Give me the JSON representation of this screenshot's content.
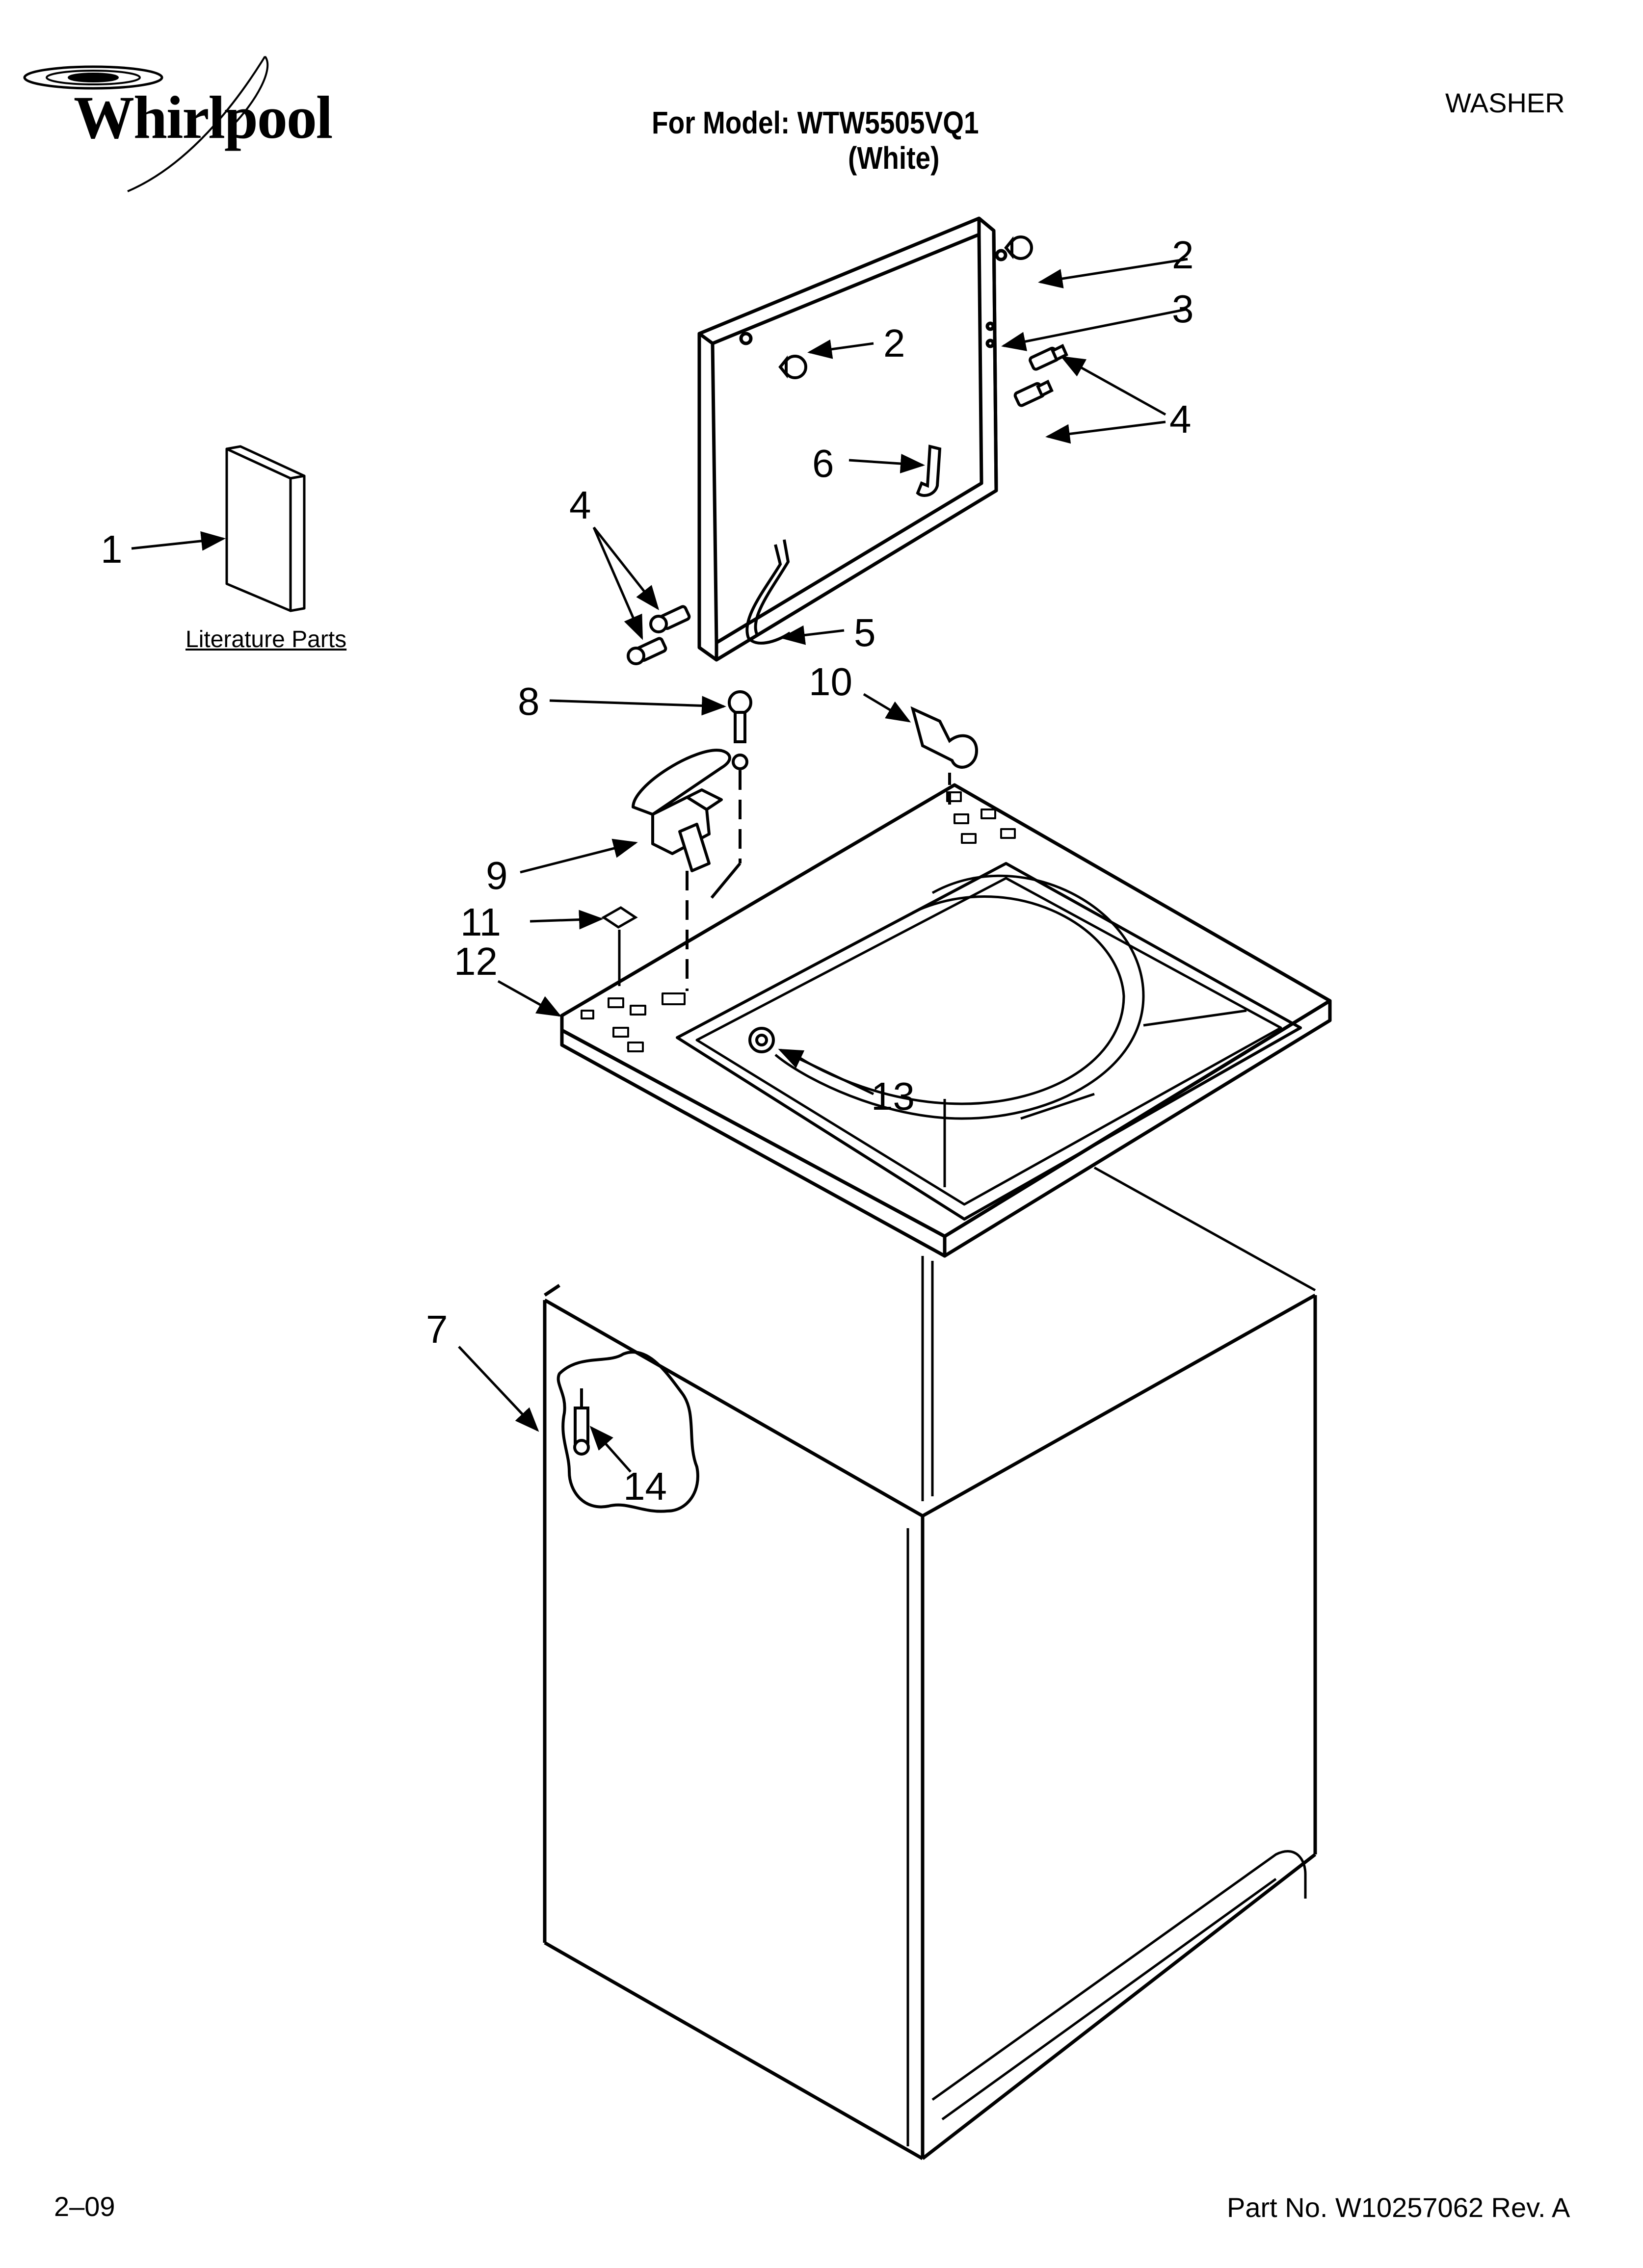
{
  "header": {
    "brand": "Whirlpool",
    "model_line": "For Model: WTW5505VQ1",
    "color_line": "(White)",
    "product": "WASHER"
  },
  "callouts": {
    "c1": "1",
    "c2a": "2",
    "c2b": "2",
    "c3": "3",
    "c4a": "4",
    "c4b": "4",
    "c5": "5",
    "c6": "6",
    "c7": "7",
    "c8": "8",
    "c9": "9",
    "c10": "10",
    "c11": "11",
    "c12": "12",
    "c13": "13",
    "c14": "14"
  },
  "literature_label": "Literature Parts",
  "footer": {
    "date": "2–09",
    "part_number": "Part No. W10257062 Rev. A"
  },
  "colors": {
    "ink": "#000000",
    "paper": "#ffffff"
  }
}
